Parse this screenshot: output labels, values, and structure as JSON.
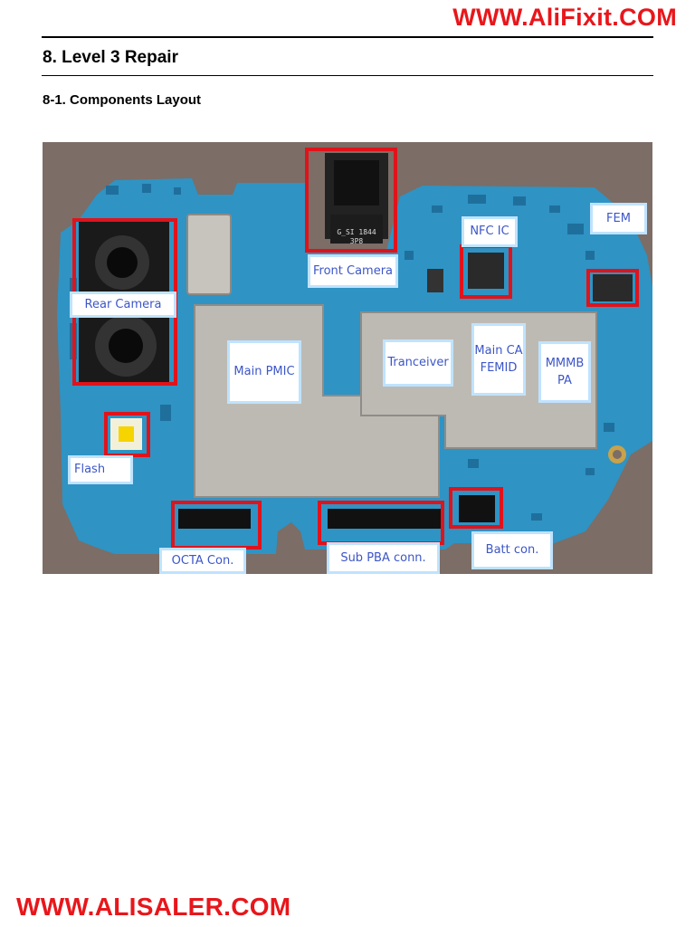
{
  "watermark_top": "WWW.AliFixit.COM",
  "watermark_bottom": "WWW.ALISALER.COM",
  "section_title": "8. Level 3 Repair",
  "subsection_title": "8-1. Components Layout",
  "chip_text": "G_SI 1844\n3P8",
  "labels": {
    "front_camera": "Front Camera",
    "rear_camera": "Rear Camera",
    "nfc_ic": "NFC IC",
    "fem": "FEM",
    "main_pmic": "Main PMIC",
    "tranceiver": "Tranceiver",
    "main_ca_femid": "Main CA\nFEMID",
    "mmmb_pa": "MMMB\nPA",
    "flash": "Flash",
    "octa_con": "OCTA Con.",
    "sub_pba_conn": "Sub PBA conn.",
    "batt_con": "Batt con."
  },
  "colors": {
    "watermark": "#e8161b",
    "pcb": "#2f93c4",
    "highlight": "#e0131b",
    "label_text": "#3c56c8",
    "label_border": "#bfe3ff"
  }
}
